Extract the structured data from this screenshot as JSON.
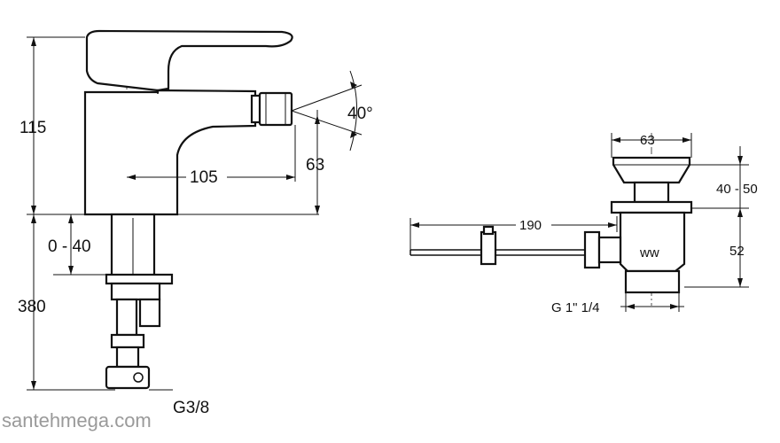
{
  "mixer": {
    "height_label": "115",
    "total_label": "380",
    "range_label": "0 - 40",
    "reach_label": "105",
    "outlet_label": "63",
    "angle_label": "40°",
    "connection_label": "G3/8"
  },
  "waste": {
    "width_label": "63",
    "range_label": "40 - 50",
    "height_label": "52",
    "rod_label": "190",
    "thread_label": "G 1\" 1/4"
  },
  "watermark": "santehmega.com"
}
